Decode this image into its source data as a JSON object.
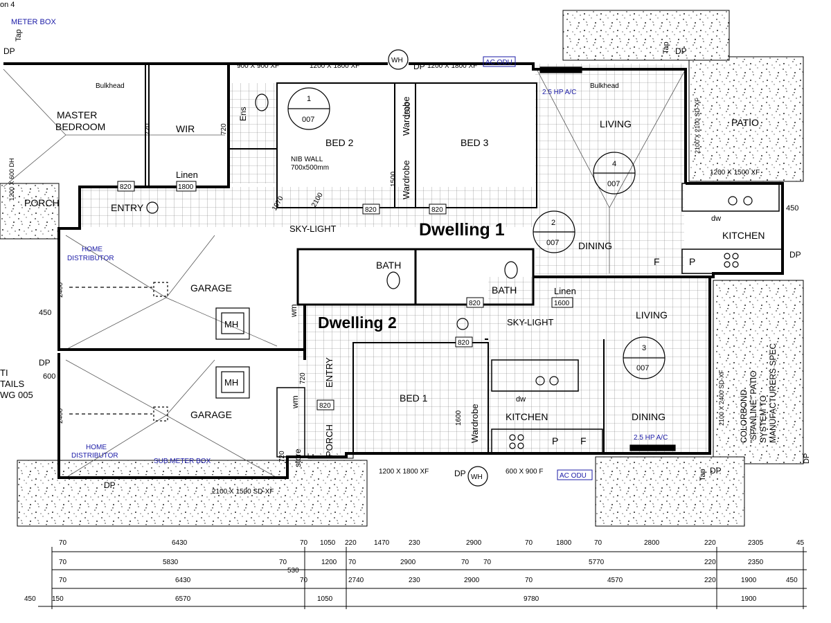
{
  "drawing": {
    "top_left_fragment": "on 4",
    "meter_box": "METER BOX",
    "tap_left": "Tap",
    "tap_center": "Tap",
    "tap_bottom": "Tap",
    "dp": "DP",
    "dwelling_1": "Dwelling 1",
    "dwelling_2": "Dwelling 2"
  },
  "rooms": {
    "master_bedroom_1": "MASTER",
    "master_bedroom_2": "BEDROOM",
    "wir": "WIR",
    "ens": "Ens",
    "bed2": "BED 2",
    "bed3": "BED 3",
    "wardrobe": "Wardrobe",
    "living": "LIVING",
    "patio": "PATIO",
    "kitchen": "KITCHEN",
    "dining": "DINING",
    "porch": "PORCH",
    "entry": "ENTRY",
    "linen": "Linen",
    "garage": "GARAGE",
    "bath": "BATH",
    "sky_light": "SKY-LIGHT",
    "bed1": "BED 1",
    "store": "store",
    "wm": "wm",
    "mh": "MH",
    "dw": "dw",
    "p": "P",
    "f": "F",
    "bulkhead": "Bulkhead",
    "wh": "WH",
    "home_distributor_1": "HOME",
    "home_distributor_2": "DISTRIBUTOR",
    "sub_meter_box": "SUB METER BOX",
    "ac_odu": "AC ODU",
    "ac_2_5hp": "2.5 HP A/C",
    "nib_wall_1": "NIB WALL",
    "nib_wall_2": "700x500mm",
    "colorbond_1": "COLORBOND",
    "colorbond_2": "\"SPANLINE\" PATIO",
    "colorbond_3": "SYSTEM TO",
    "colorbond_4": "MANUFACTURERS SPEC",
    "details_1": "TI",
    "details_2": "TAILS",
    "details_3": "WG 005"
  },
  "windows": {
    "w900": "900 X 900 XF",
    "w1200a": "1200 X 1800 XF",
    "w1200b": "1200 X 1800 XF",
    "w2100sd": "2100 X 2100 SD-XF",
    "w1200x1500": "1200 X 1500 XF",
    "w2100x2400": "2100 X 2400 SD-XF",
    "w1200c": "1200 X 1800 XF",
    "w600": "600 X 900 F",
    "w2100x1500": "2100 X 1500 SD-XF",
    "w1200x600dh": "1200 X 600 DH"
  },
  "doors": {
    "d820": "820",
    "d720": "720",
    "d1800": "1800",
    "d1600": "1600",
    "d1500": "1500",
    "d1070": "1070",
    "d2100": "2100",
    "d2400": "2400",
    "d450": "450",
    "d600": "600"
  },
  "markers": {
    "m1_num": "1",
    "m1_ref": "007",
    "m2_num": "2",
    "m2_ref": "007",
    "m3_num": "3",
    "m3_ref": "007",
    "m4_num": "4",
    "m4_ref": "007"
  },
  "dimensions": {
    "row1": [
      "70",
      "6430",
      "70",
      "1050",
      "220",
      "1470",
      "230",
      "2900",
      "70",
      "1800",
      "70",
      "2800",
      "220",
      "2305",
      "45"
    ],
    "row2": [
      "70",
      "5830",
      "70",
      "530",
      "1200",
      "70",
      "2900",
      "70",
      "70",
      "5770",
      "220",
      "2350"
    ],
    "row3": [
      "70",
      "6430",
      "70",
      "2740",
      "230",
      "2900",
      "70",
      "4570",
      "220",
      "1900",
      "450"
    ],
    "row4": [
      "450",
      "150",
      "6570",
      "1050",
      "9780",
      "1900"
    ]
  }
}
